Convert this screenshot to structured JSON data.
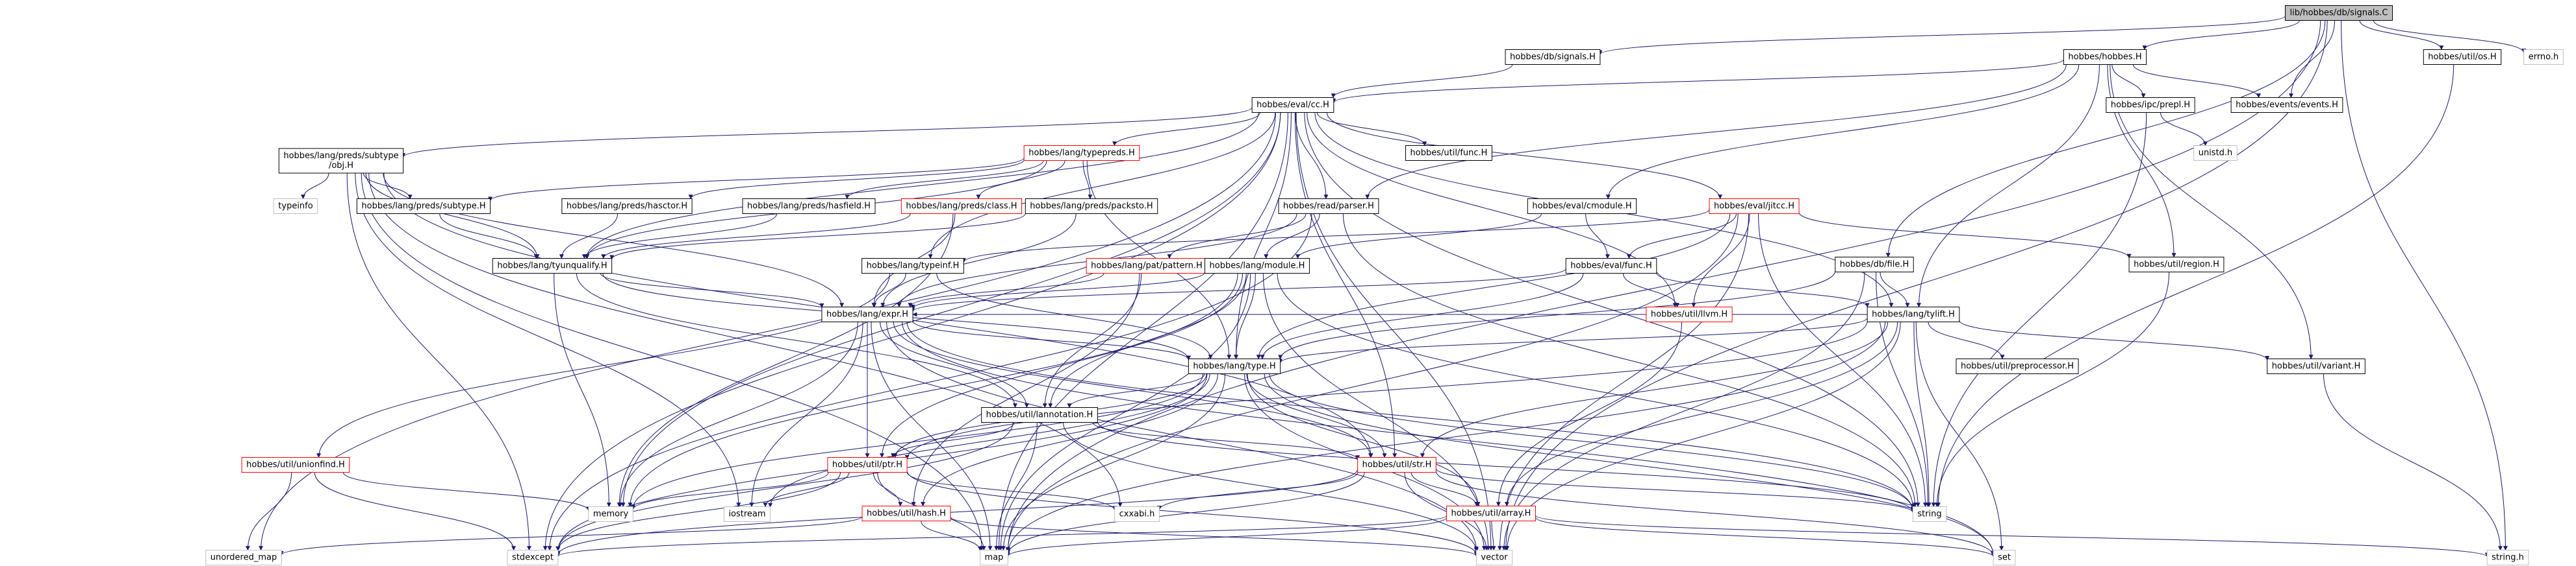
{
  "graph": {
    "nodes": [
      {
        "id": "root",
        "label": "lib/hobbes/db/signals.C",
        "style": "root"
      },
      {
        "id": "db_signals_h",
        "label": "hobbes/db/signals.H",
        "style": "normal"
      },
      {
        "id": "hobbes_h",
        "label": "hobbes/hobbes.H",
        "style": "normal"
      },
      {
        "id": "util_os_h",
        "label": "hobbes/util/os.H",
        "style": "normal"
      },
      {
        "id": "errno_h",
        "label": "errno.h",
        "style": "external"
      },
      {
        "id": "eval_cc_h",
        "label": "hobbes/eval/cc.H",
        "style": "normal"
      },
      {
        "id": "ipc_prepl_h",
        "label": "hobbes/ipc/prepl.H",
        "style": "normal"
      },
      {
        "id": "events_h",
        "label": "hobbes/events/events.H",
        "style": "normal"
      },
      {
        "id": "unistd_h",
        "label": "unistd.h",
        "style": "external"
      },
      {
        "id": "subtype_obj_h",
        "label": "hobbes/lang/preds/subtype\n/obj.H",
        "style": "normal"
      },
      {
        "id": "typepreds_h",
        "label": "hobbes/lang/typepreds.H",
        "style": "red"
      },
      {
        "id": "util_func_h",
        "label": "hobbes/util/func.H",
        "style": "normal"
      },
      {
        "id": "typeinfo",
        "label": "typeinfo",
        "style": "external"
      },
      {
        "id": "preds_subtype_h",
        "label": "hobbes/lang/preds/subtype.H",
        "style": "normal"
      },
      {
        "id": "preds_hasctor_h",
        "label": "hobbes/lang/preds/hasctor.H",
        "style": "normal"
      },
      {
        "id": "preds_hasfield_h",
        "label": "hobbes/lang/preds/hasfield.H",
        "style": "normal"
      },
      {
        "id": "preds_class_h",
        "label": "hobbes/lang/preds/class.H",
        "style": "red"
      },
      {
        "id": "preds_packsto_h",
        "label": "hobbes/lang/preds/packsto.H",
        "style": "normal"
      },
      {
        "id": "read_parser_h",
        "label": "hobbes/read/parser.H",
        "style": "normal"
      },
      {
        "id": "eval_cmodule_h",
        "label": "hobbes/eval/cmodule.H",
        "style": "normal"
      },
      {
        "id": "eval_jitcc_h",
        "label": "hobbes/eval/jitcc.H",
        "style": "red"
      },
      {
        "id": "util_region_h",
        "label": "hobbes/util/region.H",
        "style": "normal"
      },
      {
        "id": "tyunqualify_h",
        "label": "hobbes/lang/tyunqualify.H",
        "style": "normal"
      },
      {
        "id": "typeinf_h",
        "label": "hobbes/lang/typeinf.H",
        "style": "normal"
      },
      {
        "id": "pat_pattern_h",
        "label": "hobbes/lang/pat/pattern.H",
        "style": "red"
      },
      {
        "id": "lang_module_h",
        "label": "hobbes/lang/module.H",
        "style": "normal"
      },
      {
        "id": "eval_func_h",
        "label": "hobbes/eval/func.H",
        "style": "normal"
      },
      {
        "id": "db_file_h",
        "label": "hobbes/db/file.H",
        "style": "normal"
      },
      {
        "id": "util_llvm_h",
        "label": "hobbes/util/llvm.H",
        "style": "red"
      },
      {
        "id": "tylift_h",
        "label": "hobbes/lang/tylift.H",
        "style": "normal"
      },
      {
        "id": "lang_expr_h",
        "label": "hobbes/lang/expr.H",
        "style": "normal"
      },
      {
        "id": "lang_type_h",
        "label": "hobbes/lang/type.H",
        "style": "normal"
      },
      {
        "id": "util_preprocessor_h",
        "label": "hobbes/util/preprocessor.H",
        "style": "normal"
      },
      {
        "id": "util_variant_h",
        "label": "hobbes/util/variant.H",
        "style": "normal"
      },
      {
        "id": "util_lannotation_h",
        "label": "hobbes/util/lannotation.H",
        "style": "normal"
      },
      {
        "id": "util_unconfind_h",
        "label": "hobbes/util/unionfind.H",
        "style": "red"
      },
      {
        "id": "util_ptr_h",
        "label": "hobbes/util/ptr.H",
        "style": "red"
      },
      {
        "id": "util_str_h",
        "label": "hobbes/util/str.H",
        "style": "red"
      },
      {
        "id": "util_hash_h",
        "label": "hobbes/util/hash.H",
        "style": "red"
      },
      {
        "id": "util_array_h",
        "label": "hobbes/util/array.H",
        "style": "red"
      },
      {
        "id": "memory",
        "label": "memory",
        "style": "external"
      },
      {
        "id": "iostream",
        "label": "iostream",
        "style": "external"
      },
      {
        "id": "cxxabi_h",
        "label": "cxxabi.h",
        "style": "external"
      },
      {
        "id": "string",
        "label": "string",
        "style": "external"
      },
      {
        "id": "unordered_map",
        "label": "unordered_map",
        "style": "external"
      },
      {
        "id": "stdexcept",
        "label": "stdexcept",
        "style": "external"
      },
      {
        "id": "map",
        "label": "map",
        "style": "external"
      },
      {
        "id": "vector",
        "label": "vector",
        "style": "external"
      },
      {
        "id": "set",
        "label": "set",
        "style": "external"
      },
      {
        "id": "string_h",
        "label": "string.h",
        "style": "external"
      }
    ],
    "edges": [
      [
        "root",
        "db_signals_h"
      ],
      [
        "root",
        "hobbes_h"
      ],
      [
        "root",
        "util_os_h"
      ],
      [
        "root",
        "errno_h"
      ],
      [
        "root",
        "db_file_h"
      ],
      [
        "root",
        "events_h"
      ],
      [
        "root",
        "vector"
      ],
      [
        "root",
        "string_h"
      ],
      [
        "root",
        "map"
      ],
      [
        "db_signals_h",
        "eval_cc_h"
      ],
      [
        "hobbes_h",
        "eval_cc_h"
      ],
      [
        "hobbes_h",
        "ipc_prepl_h"
      ],
      [
        "hobbes_h",
        "events_h"
      ],
      [
        "hobbes_h",
        "read_parser_h"
      ],
      [
        "hobbes_h",
        "eval_cmodule_h"
      ],
      [
        "hobbes_h",
        "tylift_h"
      ],
      [
        "hobbes_h",
        "util_region_h"
      ],
      [
        "hobbes_h",
        "util_variant_h"
      ],
      [
        "ipc_prepl_h",
        "unistd_h"
      ],
      [
        "ipc_prepl_h",
        "string"
      ],
      [
        "eval_cc_h",
        "subtype_obj_h"
      ],
      [
        "eval_cc_h",
        "typepreds_h"
      ],
      [
        "eval_cc_h",
        "util_func_h"
      ],
      [
        "eval_cc_h",
        "read_parser_h"
      ],
      [
        "eval_cc_h",
        "eval_jitcc_h"
      ],
      [
        "eval_cc_h",
        "tyunqualify_h"
      ],
      [
        "eval_cc_h",
        "typeinf_h"
      ],
      [
        "eval_cc_h",
        "lang_type_h"
      ],
      [
        "eval_cc_h",
        "tylift_h"
      ],
      [
        "eval_cc_h",
        "util_str_h"
      ],
      [
        "eval_cc_h",
        "string"
      ],
      [
        "eval_cc_h",
        "vector"
      ],
      [
        "eval_cc_h",
        "unordered_map"
      ],
      [
        "eval_cc_h",
        "stdexcept"
      ],
      [
        "eval_cc_h",
        "map"
      ],
      [
        "eval_cc_h",
        "memory"
      ],
      [
        "eval_cc_h",
        "util_llvm_h"
      ],
      [
        "subtype_obj_h",
        "typeinfo"
      ],
      [
        "subtype_obj_h",
        "preds_subtype_h"
      ],
      [
        "subtype_obj_h",
        "tyunqualify_h"
      ],
      [
        "subtype_obj_h",
        "lang_expr_h"
      ],
      [
        "subtype_obj_h",
        "cxxabi_h"
      ],
      [
        "subtype_obj_h",
        "iostream"
      ],
      [
        "subtype_obj_h",
        "stdexcept"
      ],
      [
        "subtype_obj_h",
        "map"
      ],
      [
        "subtype_obj_h",
        "util_str_h"
      ],
      [
        "typepreds_h",
        "preds_subtype_h"
      ],
      [
        "typepreds_h",
        "preds_hasctor_h"
      ],
      [
        "typepreds_h",
        "preds_hasfield_h"
      ],
      [
        "typepreds_h",
        "preds_class_h"
      ],
      [
        "typepreds_h",
        "preds_packsto_h"
      ],
      [
        "typepreds_h",
        "tyunqualify_h"
      ],
      [
        "typepreds_h",
        "lang_type_h"
      ],
      [
        "preds_subtype_h",
        "tyunqualify_h"
      ],
      [
        "preds_hasctor_h",
        "tyunqualify_h"
      ],
      [
        "preds_hasfield_h",
        "tyunqualify_h"
      ],
      [
        "preds_class_h",
        "tyunqualify_h"
      ],
      [
        "preds_class_h",
        "lang_expr_h"
      ],
      [
        "preds_class_h",
        "memory"
      ],
      [
        "preds_packsto_h",
        "tyunqualify_h"
      ],
      [
        "preds_packsto_h",
        "lang_expr_h"
      ],
      [
        "read_parser_h",
        "lang_module_h"
      ],
      [
        "read_parser_h",
        "lang_expr_h"
      ],
      [
        "read_parser_h",
        "pat_pattern_h"
      ],
      [
        "read_parser_h",
        "string"
      ],
      [
        "read_parser_h",
        "stdexcept"
      ],
      [
        "eval_cmodule_h",
        "lang_module_h"
      ],
      [
        "eval_cmodule_h",
        "eval_func_h"
      ],
      [
        "eval_jitcc_h",
        "eval_func_h"
      ],
      [
        "eval_jitcc_h",
        "util_llvm_h"
      ],
      [
        "eval_jitcc_h",
        "util_region_h"
      ],
      [
        "eval_jitcc_h",
        "lang_type_h"
      ],
      [
        "eval_jitcc_h",
        "typeinf_h"
      ],
      [
        "eval_jitcc_h",
        "vector"
      ],
      [
        "eval_jitcc_h",
        "map"
      ],
      [
        "eval_jitcc_h",
        "string"
      ],
      [
        "tyunqualify_h",
        "lang_expr_h"
      ],
      [
        "tyunqualify_h",
        "lang_type_h"
      ],
      [
        "tyunqualify_h",
        "util_lannotation_h"
      ],
      [
        "tyunqualify_h",
        "memory"
      ],
      [
        "typeinf_h",
        "lang_expr_h"
      ],
      [
        "typeinf_h",
        "lang_type_h"
      ],
      [
        "typeinf_h",
        "util_unconfind_h"
      ],
      [
        "pat_pattern_h",
        "lang_expr_h"
      ],
      [
        "pat_pattern_h",
        "util_lannotation_h"
      ],
      [
        "pat_pattern_h",
        "util_hash_h"
      ],
      [
        "lang_module_h",
        "lang_expr_h"
      ],
      [
        "lang_module_h",
        "lang_type_h"
      ],
      [
        "lang_module_h",
        "util_lannotation_h"
      ],
      [
        "lang_module_h",
        "util_ptr_h"
      ],
      [
        "lang_module_h",
        "string"
      ],
      [
        "lang_module_h",
        "vector"
      ],
      [
        "lang_module_h",
        "memory"
      ],
      [
        "lang_module_h",
        "map"
      ],
      [
        "eval_func_h",
        "util_llvm_h"
      ],
      [
        "eval_func_h",
        "tylift_h"
      ],
      [
        "eval_func_h",
        "lang_type_h"
      ],
      [
        "eval_func_h",
        "lang_expr_h"
      ],
      [
        "db_file_h",
        "tylift_h"
      ],
      [
        "db_file_h",
        "lang_type_h"
      ],
      [
        "db_file_h",
        "string"
      ],
      [
        "db_file_h",
        "vector"
      ],
      [
        "util_llvm_h",
        "util_array_h"
      ],
      [
        "tylift_h",
        "lang_type_h"
      ],
      [
        "tylift_h",
        "lang_expr_h"
      ],
      [
        "tylift_h",
        "util_preprocessor_h"
      ],
      [
        "tylift_h",
        "util_variant_h"
      ],
      [
        "tylift_h",
        "util_str_h"
      ],
      [
        "tylift_h",
        "util_array_h"
      ],
      [
        "tylift_h",
        "util_ptr_h"
      ],
      [
        "tylift_h",
        "string"
      ],
      [
        "tylift_h",
        "vector"
      ],
      [
        "tylift_h",
        "set"
      ],
      [
        "tylift_h",
        "map"
      ],
      [
        "lang_expr_h",
        "lang_type_h"
      ],
      [
        "lang_expr_h",
        "util_lannotation_h"
      ],
      [
        "lang_expr_h",
        "util_ptr_h"
      ],
      [
        "lang_expr_h",
        "util_str_h"
      ],
      [
        "lang_expr_h",
        "memory"
      ],
      [
        "lang_expr_h",
        "iostream"
      ],
      [
        "lang_expr_h",
        "string"
      ],
      [
        "lang_expr_h",
        "vector"
      ],
      [
        "lang_expr_h",
        "set"
      ],
      [
        "lang_expr_h",
        "map"
      ],
      [
        "lang_type_h",
        "util_lannotation_h"
      ],
      [
        "lang_type_h",
        "util_ptr_h"
      ],
      [
        "lang_type_h",
        "util_str_h"
      ],
      [
        "lang_type_h",
        "util_array_h"
      ],
      [
        "lang_type_h",
        "util_hash_h"
      ],
      [
        "lang_type_h",
        "memory"
      ],
      [
        "lang_type_h",
        "iostream"
      ],
      [
        "lang_type_h",
        "string"
      ],
      [
        "lang_type_h",
        "vector"
      ],
      [
        "lang_type_h",
        "set"
      ],
      [
        "lang_type_h",
        "map"
      ],
      [
        "lang_type_h",
        "stdexcept"
      ],
      [
        "util_variant_h",
        "string_h"
      ],
      [
        "util_lannotation_h",
        "util_ptr_h"
      ],
      [
        "util_lannotation_h",
        "util_str_h"
      ],
      [
        "util_lannotation_h",
        "string"
      ],
      [
        "util_lannotation_h",
        "map"
      ],
      [
        "util_lannotation_h",
        "vector"
      ],
      [
        "util_lannotation_h",
        "stdexcept"
      ],
      [
        "util_unconfind_h",
        "memory"
      ],
      [
        "util_unconfind_h",
        "unordered_map"
      ],
      [
        "util_unconfind_h",
        "stdexcept"
      ],
      [
        "util_ptr_h",
        "util_hash_h"
      ],
      [
        "util_ptr_h",
        "memory"
      ],
      [
        "util_ptr_h",
        "iostream"
      ],
      [
        "util_ptr_h",
        "stdexcept"
      ],
      [
        "util_ptr_h",
        "map"
      ],
      [
        "util_ptr_h",
        "vector"
      ],
      [
        "util_ptr_h",
        "cxxabi_h"
      ],
      [
        "util_str_h",
        "util_array_h"
      ],
      [
        "util_str_h",
        "string"
      ],
      [
        "util_str_h",
        "vector"
      ],
      [
        "util_str_h",
        "set"
      ],
      [
        "util_str_h",
        "map"
      ],
      [
        "util_str_h",
        "stdexcept"
      ],
      [
        "util_str_h",
        "cxxabi_h"
      ],
      [
        "util_hash_h",
        "map"
      ],
      [
        "util_hash_h",
        "vector"
      ],
      [
        "util_hash_h",
        "unordered_map"
      ],
      [
        "util_array_h",
        "vector"
      ],
      [
        "util_array_h",
        "map"
      ],
      [
        "util_array_h",
        "string_h"
      ],
      [
        "util_array_h",
        "set"
      ],
      [
        "util_array_h",
        "stdexcept"
      ],
      [
        "util_region_h",
        "string"
      ],
      [
        "util_os_h",
        "string"
      ]
    ]
  },
  "colors": {
    "root_fill": "#bfbfbf",
    "normal_border": "#000000",
    "red_border": "#ff0000",
    "external_border": "#bfbfbf",
    "edge": "#191970",
    "text": "#000000"
  }
}
